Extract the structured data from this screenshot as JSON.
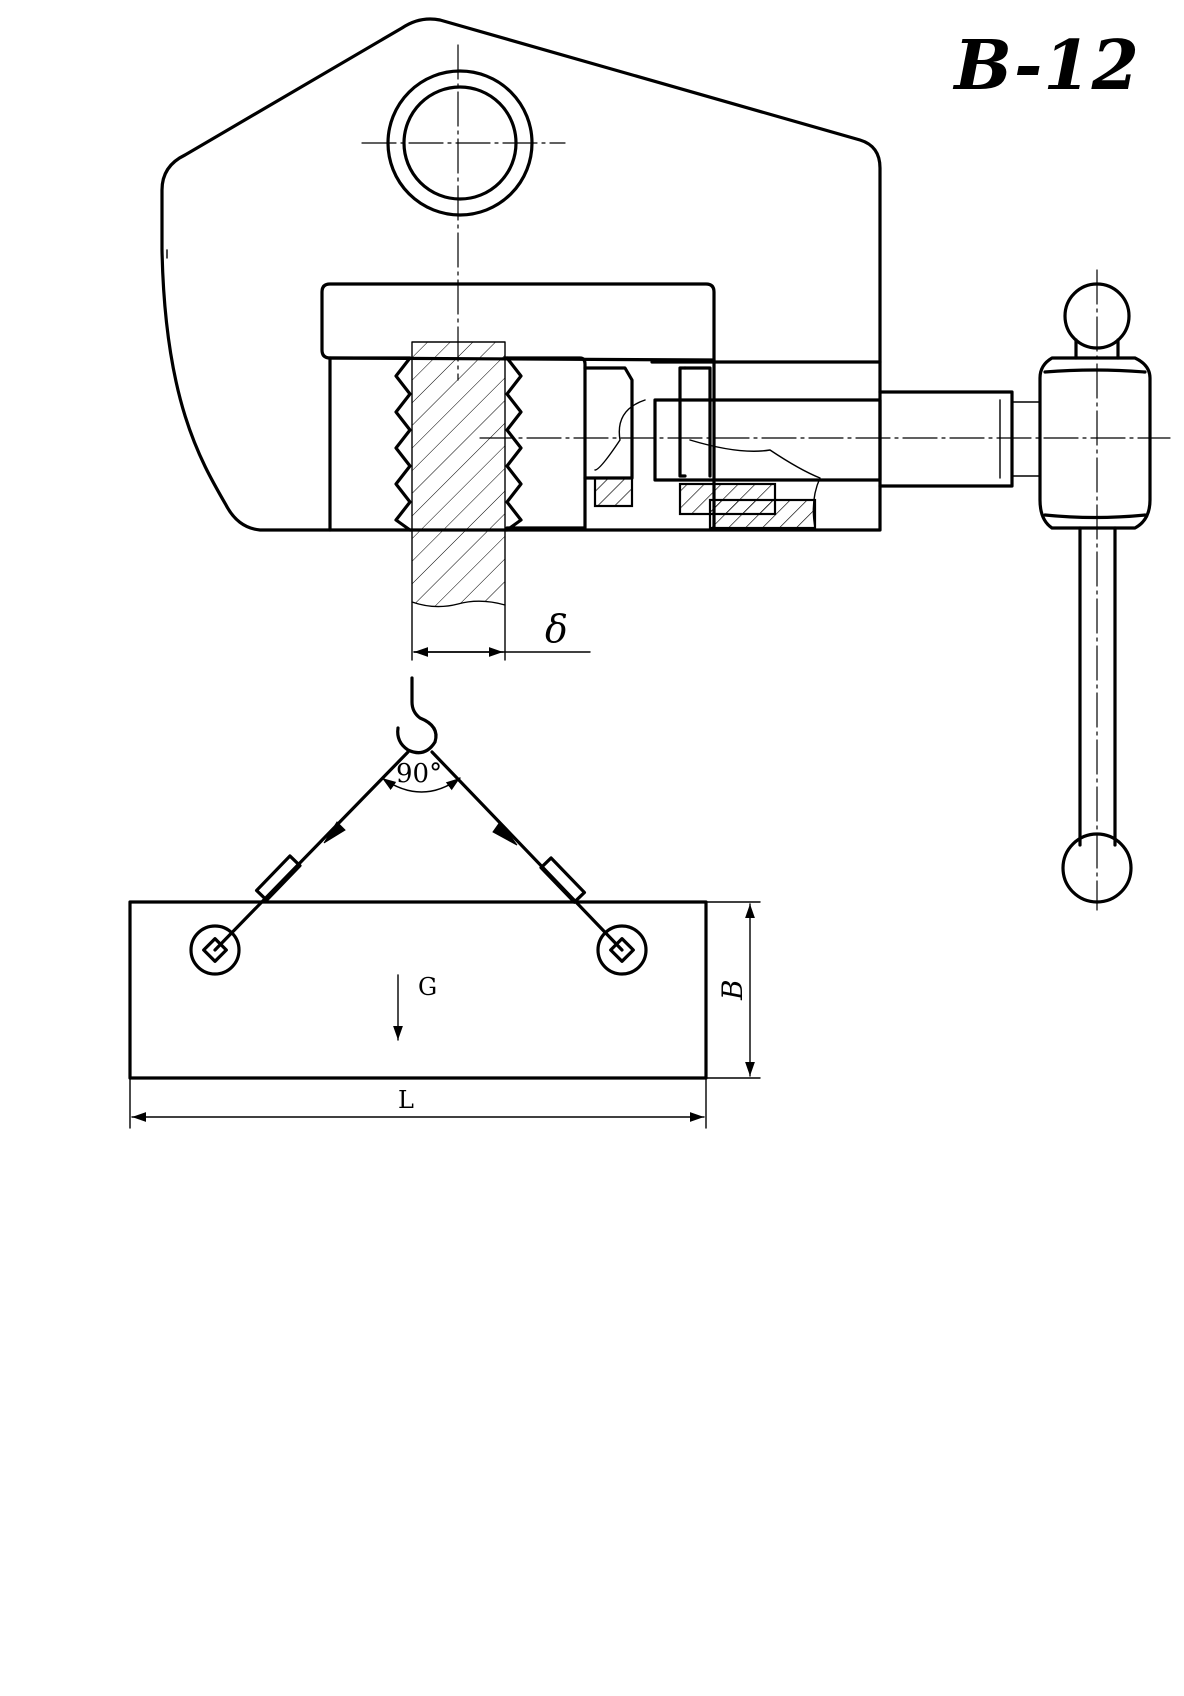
{
  "title": "B-12",
  "labels": {
    "thickness": "δ",
    "angle": "90°",
    "weight": "G",
    "length": "L",
    "width": "B"
  },
  "colors": {
    "line": "#000000",
    "background": "#ffffff"
  }
}
